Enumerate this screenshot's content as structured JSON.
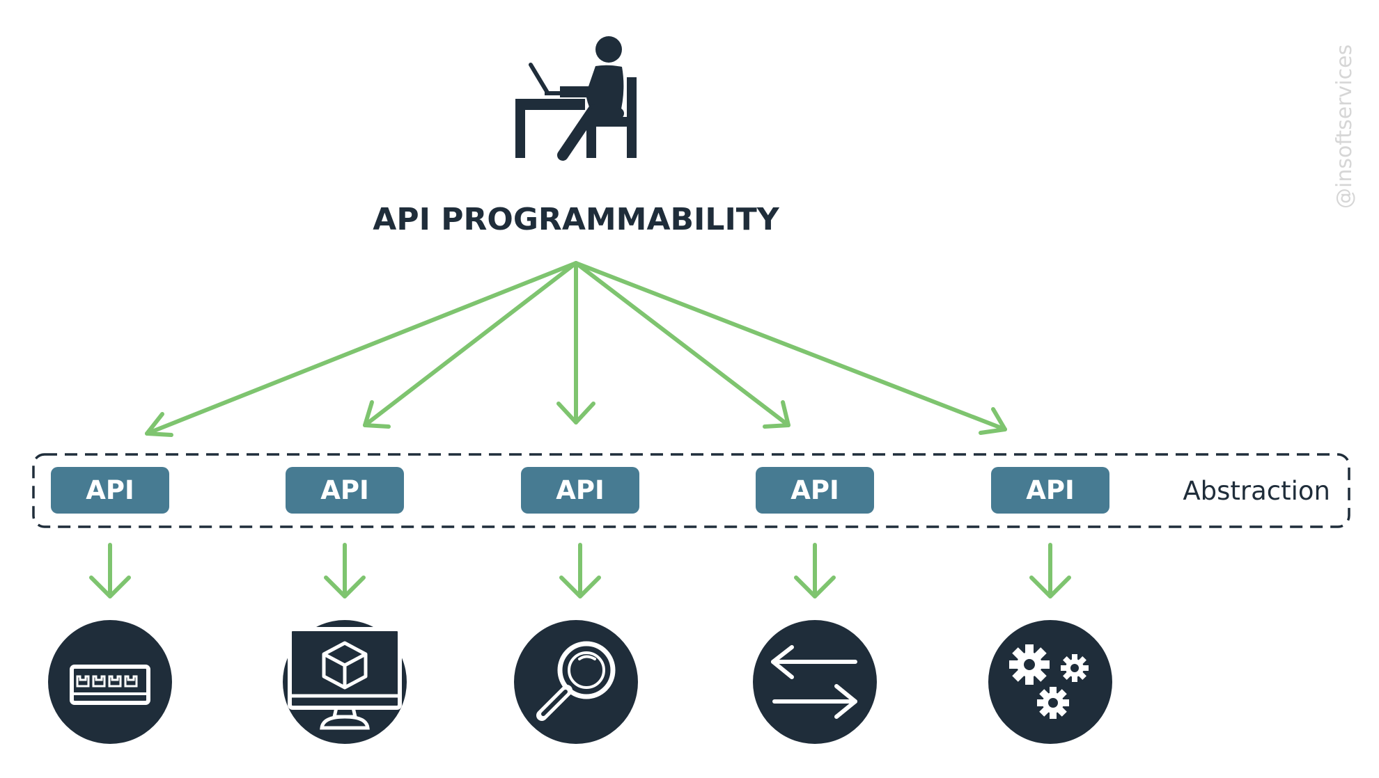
{
  "title": "API PROGRAMMABILITY",
  "abstraction_label": "Abstraction",
  "watermark": "@insoftservices",
  "api_boxes": [
    {
      "label": "API"
    },
    {
      "label": "API"
    },
    {
      "label": "API"
    },
    {
      "label": "API"
    },
    {
      "label": "API"
    }
  ],
  "resources": [
    {
      "icon": "network-switch-icon"
    },
    {
      "icon": "monitor-cube-icon"
    },
    {
      "icon": "magnifier-icon"
    },
    {
      "icon": "exchange-arrows-icon"
    },
    {
      "icon": "gears-icon"
    }
  ],
  "colors": {
    "dark": "#1f2d3a",
    "api_box": "#477b92",
    "arrow": "#7ec46f",
    "watermark": "#d6d6d6"
  }
}
